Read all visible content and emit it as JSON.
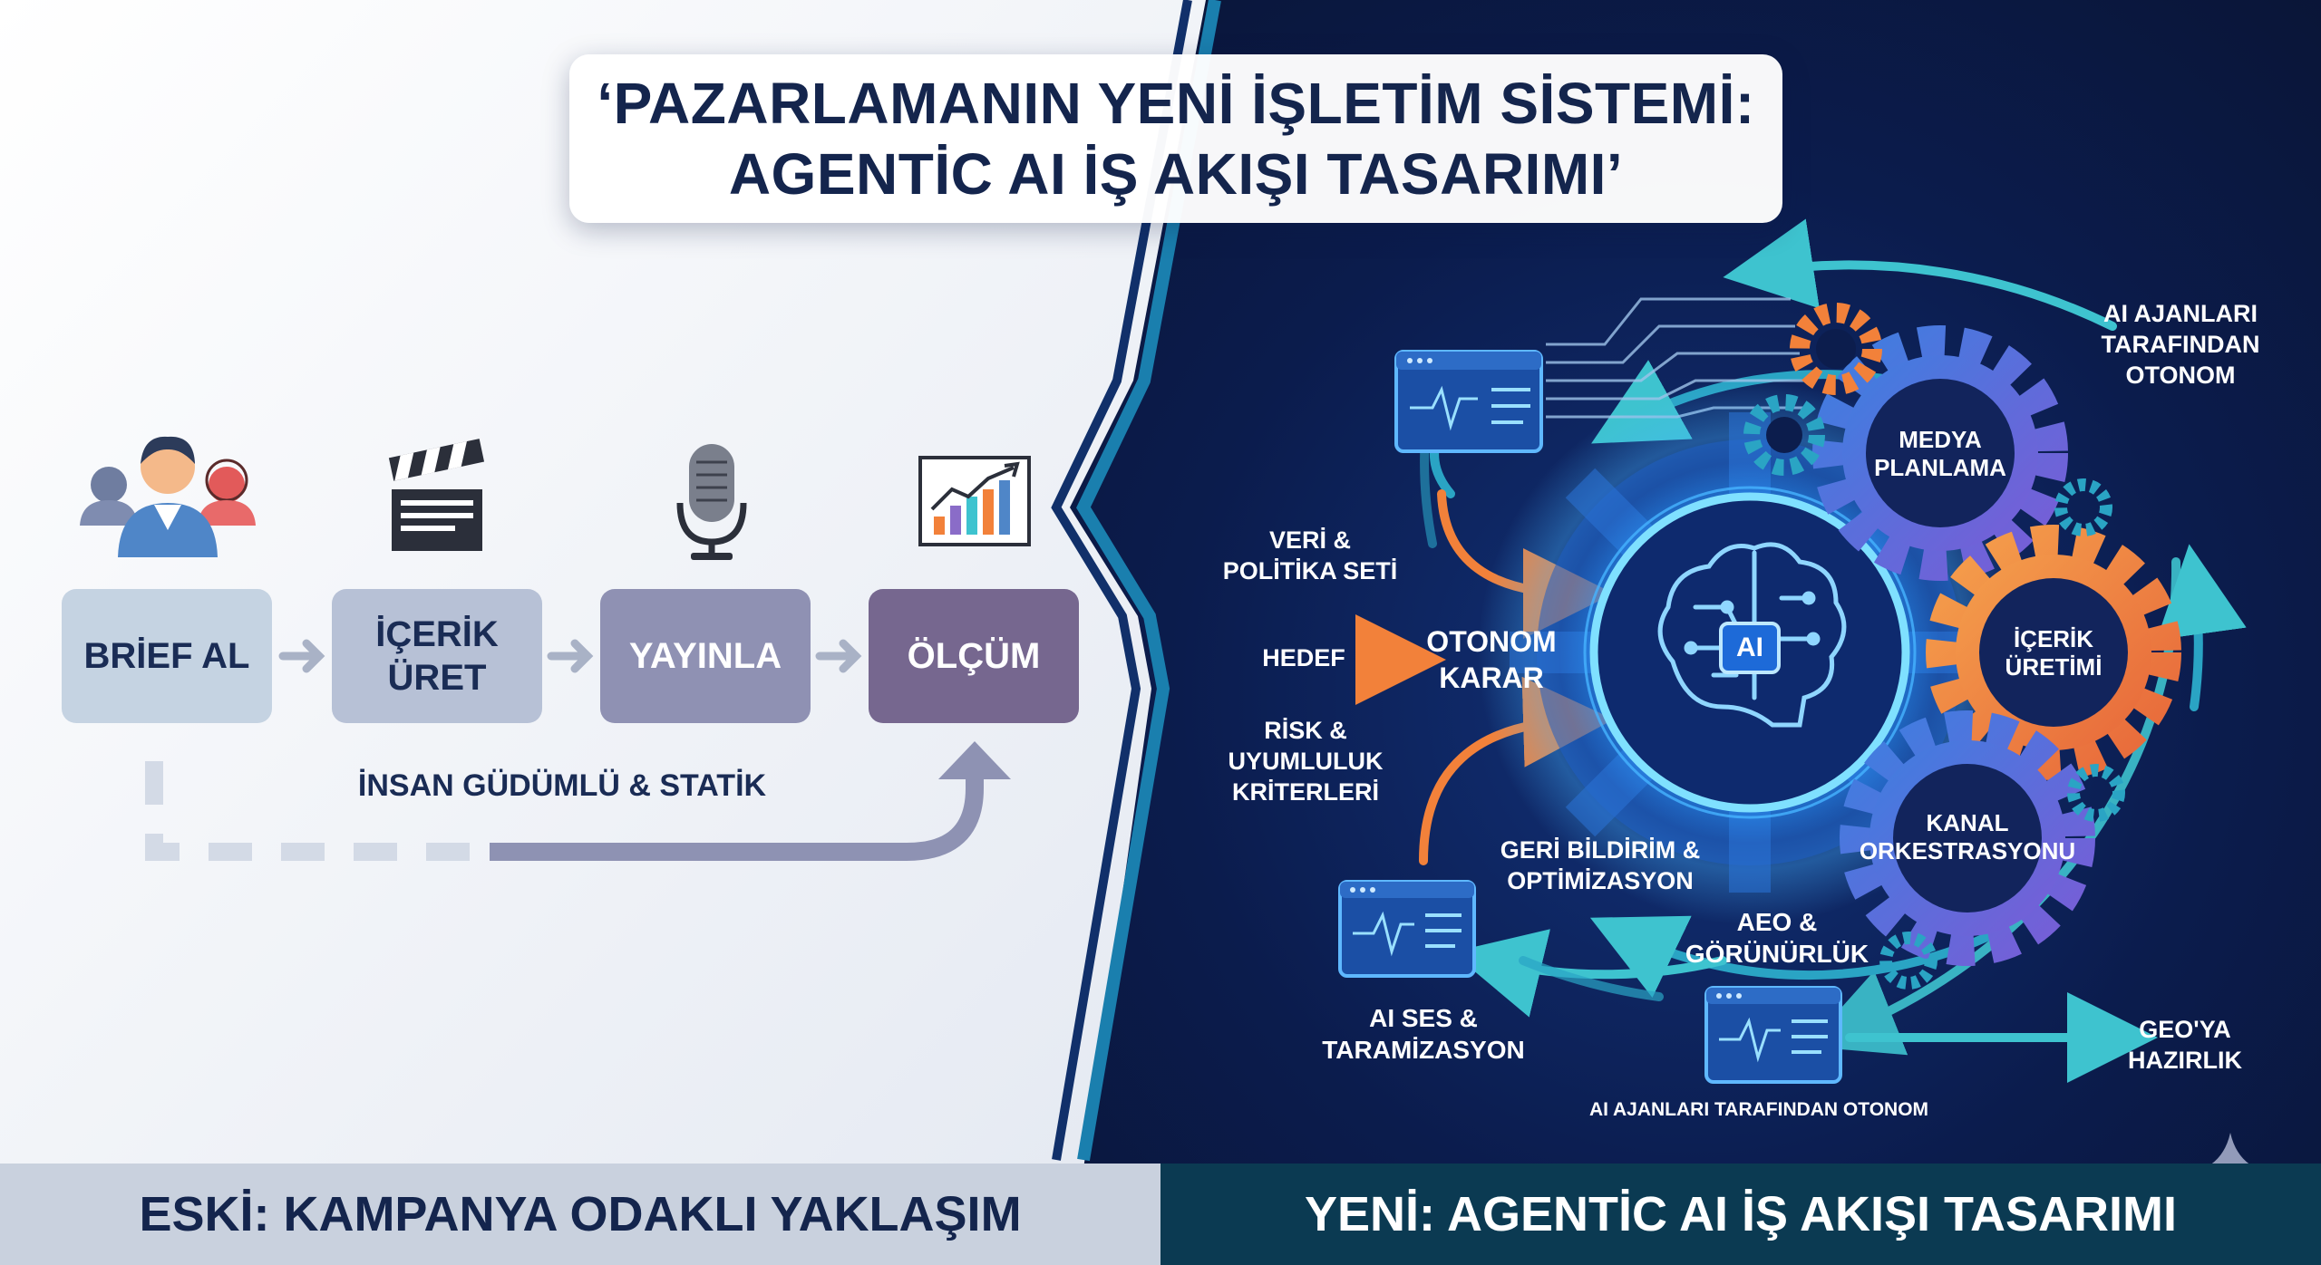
{
  "title": {
    "line1": "‘PAZARLAMANIN YENİ İŞLETİM SİSTEMİ:",
    "line2": "AGENTİC AI İŞ AKIŞI TASARIMI’"
  },
  "old": {
    "steps": [
      {
        "line1": "BRİEF AL",
        "line2": ""
      },
      {
        "line1": "İÇERİK",
        "line2": "ÜRET"
      },
      {
        "line1": "YAYINLA",
        "line2": ""
      },
      {
        "line1": "ÖLÇÜM",
        "line2": ""
      }
    ],
    "icons": [
      "people-icon",
      "clapperboard-icon",
      "microphone-icon",
      "bar-chart-icon"
    ],
    "caption": "İNSAN GÜDÜMLÜ & STATİK",
    "footer": "ESKİ: KAMPANYA ODAKLI YAKLAŞIM"
  },
  "new": {
    "center_title": {
      "line1": "OTONOM",
      "line2": "KARAR"
    },
    "ai_chip": "AI",
    "inputs": [
      {
        "line1": "VERİ &",
        "line2": "POLİTİKA SETİ"
      },
      {
        "line1": "HEDEF",
        "line2": ""
      },
      {
        "line1": "RİSK &",
        "line2": "UYUMLULUK",
        "line3": "KRİTERLERİ"
      }
    ],
    "gears": [
      {
        "line1": "MEDYA",
        "line2": "PLANLAMA"
      },
      {
        "line1": "İÇERİK",
        "line2": "ÜRETİMİ"
      },
      {
        "line1": "KANAL",
        "line2": "ORKESTRASYONU"
      }
    ],
    "feedback": {
      "line1": "GERİ BİLDİRİM &",
      "line2": "OPTİMİZASYON"
    },
    "aeo": {
      "line1": "AEO &",
      "line2": "GÖRÜNÜRLÜK"
    },
    "ai_voice": {
      "line1": "AI SES &",
      "line2": "TARAMİZASYON"
    },
    "geo": {
      "line1": "GEO'YA",
      "line2": "HAZIRLIK"
    },
    "autonomous_top": {
      "line1": "AI AJANLARI",
      "line2": "TARAFINDAN",
      "line3": "OTONOM"
    },
    "autonomous_bottom": "AI AJANLARI TARAFINDAN OTONOM",
    "footer": "YENİ: AGENTİC AI İŞ AKIŞI TASARIMI"
  },
  "colors": {
    "old_bg": "#eef1f6",
    "new_bg": "#0c1d4d",
    "navy_text": "#14254d",
    "cyan": "#3ec3cf",
    "orange": "#f2813a",
    "glow": "#52b8ff"
  }
}
